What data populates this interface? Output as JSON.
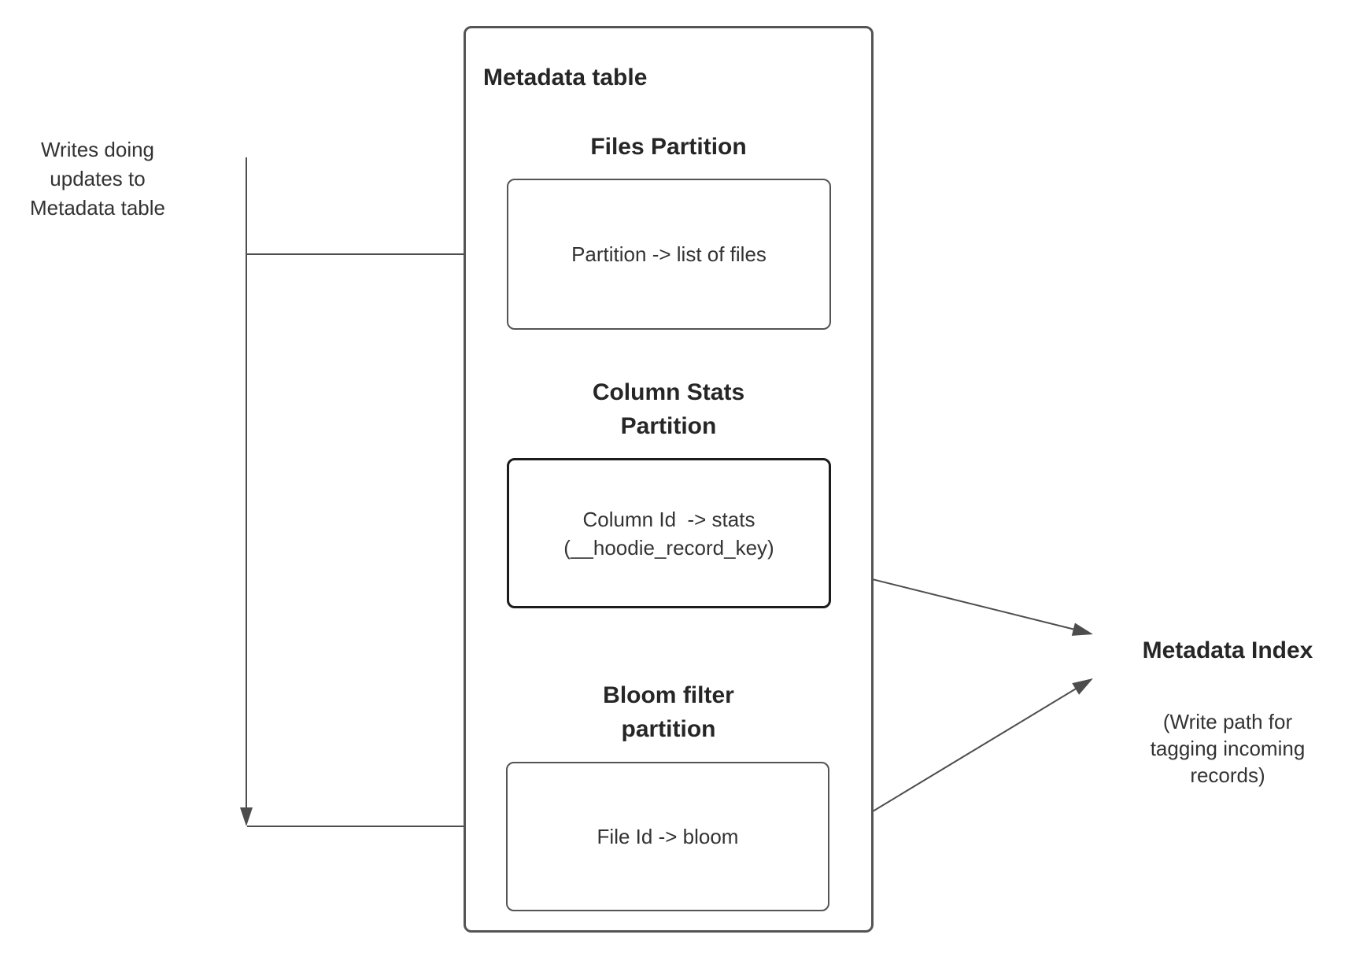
{
  "colors": {
    "line": "#4d4d4d",
    "box_border": "#545454",
    "stats_border": "#1c1c1c",
    "heading": "#262626",
    "body_text": "#333333"
  },
  "left_label": {
    "lines": [
      "Writes doing",
      "updates to",
      "Metadata table"
    ]
  },
  "metadata_table": {
    "title": "Metadata table",
    "files_partition": {
      "heading": "Files Partition",
      "box_text": "Partition -> list of files"
    },
    "column_stats_partition": {
      "heading_lines": [
        "Column Stats",
        "Partition"
      ],
      "box_lines": [
        "Column Id  -> stats",
        "(__hoodie_record_key)"
      ]
    },
    "bloom_filter_partition": {
      "heading_lines": [
        "Bloom filter",
        "partition"
      ],
      "box_text": "File Id -> bloom"
    }
  },
  "metadata_index": {
    "title": "Metadata Index",
    "subtitle_lines": [
      "(Write path for",
      "tagging incoming",
      "records)"
    ]
  }
}
